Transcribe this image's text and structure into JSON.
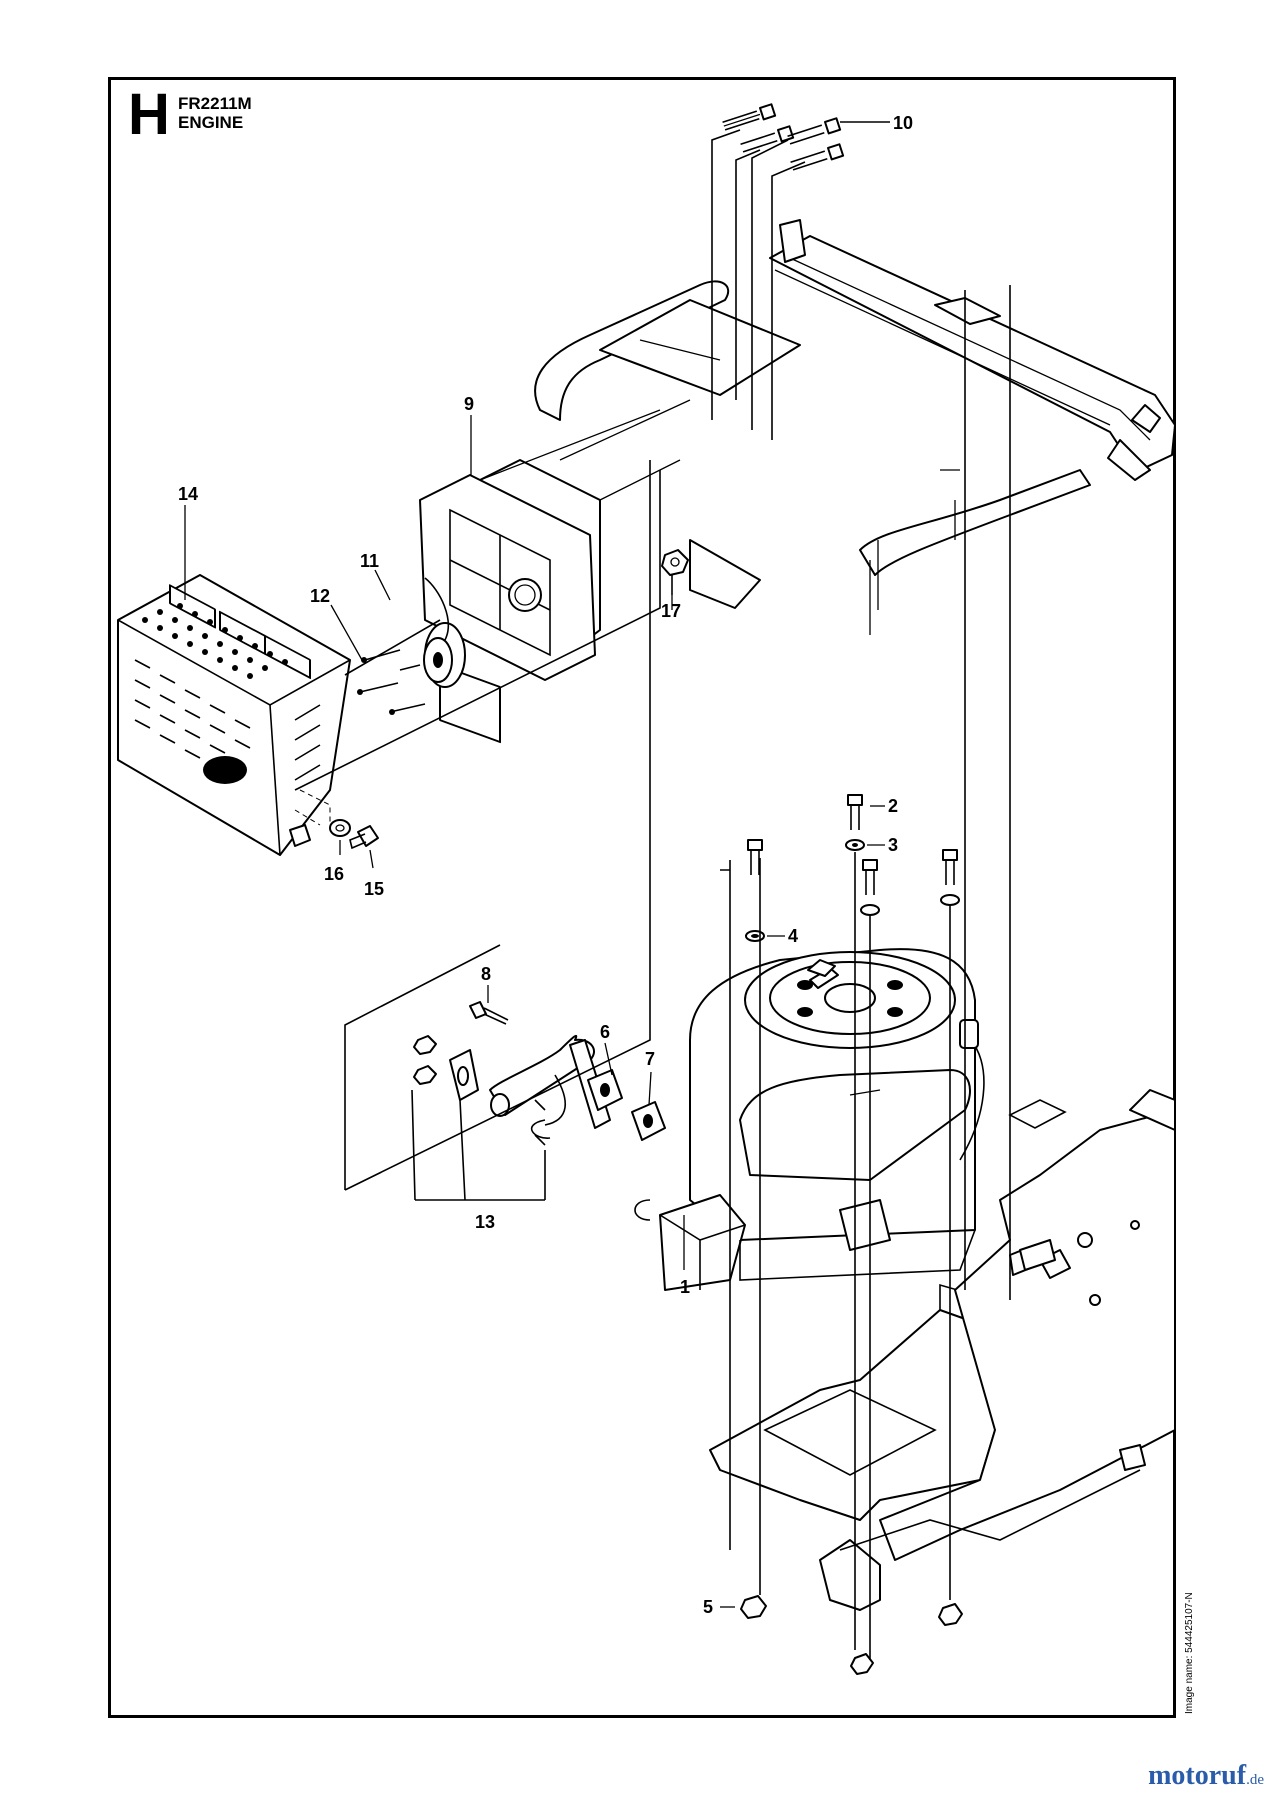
{
  "header": {
    "section_letter": "H",
    "model": "FR2211M",
    "title": "ENGINE"
  },
  "footer": {
    "image_name": "Image name: 544425107-N",
    "brand": "motoruf",
    "brand_tld": ".de"
  },
  "callouts": [
    {
      "id": "1",
      "text": "1"
    },
    {
      "id": "2",
      "text": "2"
    },
    {
      "id": "3",
      "text": "3"
    },
    {
      "id": "4",
      "text": "4"
    },
    {
      "id": "5",
      "text": "5"
    },
    {
      "id": "6",
      "text": "6"
    },
    {
      "id": "7",
      "text": "7"
    },
    {
      "id": "8",
      "text": "8"
    },
    {
      "id": "9",
      "text": "9"
    },
    {
      "id": "10",
      "text": "10"
    },
    {
      "id": "11",
      "text": "11"
    },
    {
      "id": "12",
      "text": "12"
    },
    {
      "id": "13",
      "text": "13"
    },
    {
      "id": "14",
      "text": "14"
    },
    {
      "id": "15",
      "text": "15"
    },
    {
      "id": "16",
      "text": "16"
    },
    {
      "id": "17",
      "text": "17"
    }
  ],
  "colors": {
    "line": "#000000",
    "background": "#ffffff",
    "brand": "#2a5caa"
  }
}
